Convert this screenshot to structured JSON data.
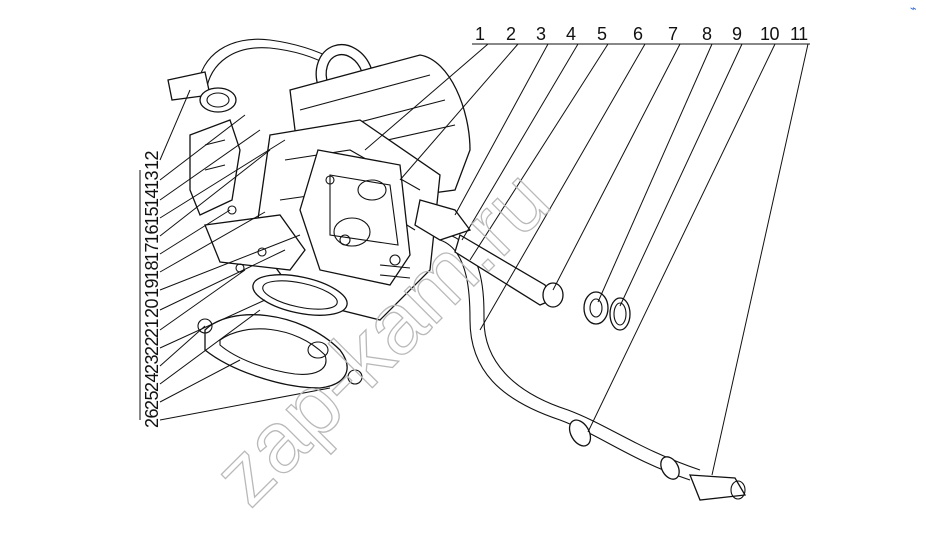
{
  "diagram": {
    "callouts_top": [
      "1",
      "2",
      "3",
      "4",
      "5",
      "6",
      "7",
      "8",
      "9",
      "10",
      "11"
    ],
    "callouts_left": [
      "12",
      "13",
      "14",
      "15",
      "16",
      "17",
      "18",
      "19",
      "20",
      "21",
      "22",
      "23",
      "24",
      "25",
      "26"
    ],
    "watermark": "zap-kam.ru",
    "corner_mark": "⌁"
  }
}
